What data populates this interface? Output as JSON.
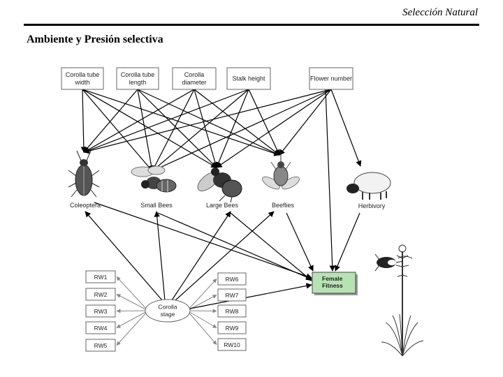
{
  "header": {
    "title": "Selección Natural"
  },
  "page": {
    "title": "Ambiente y Presión selectiva"
  },
  "diagram": {
    "traits": [
      {
        "id": "corolla-tube-width",
        "lines": [
          "Corolla tube",
          "width"
        ]
      },
      {
        "id": "corolla-tube-length",
        "lines": [
          "Corolla tube",
          "length"
        ]
      },
      {
        "id": "corolla-diameter",
        "lines": [
          "Corolla",
          "diameter"
        ]
      },
      {
        "id": "stalk-height",
        "lines": [
          "Stalk height"
        ]
      },
      {
        "id": "flower-number",
        "lines": [
          "Flower number"
        ]
      }
    ],
    "animals": [
      {
        "id": "coleoptera",
        "label": "Coleoptera"
      },
      {
        "id": "small-bees",
        "label": "Small Bees"
      },
      {
        "id": "large-bees",
        "label": "Large Bees"
      },
      {
        "id": "beeflies",
        "label": "Beeflies"
      },
      {
        "id": "herbivory",
        "label": "Herbivory"
      }
    ],
    "fitness": {
      "lines": [
        "Female",
        "Fitness"
      ],
      "fill": "#b6e3b3"
    },
    "stage": {
      "lines": [
        "Corolla",
        "stage"
      ]
    },
    "rw_left": [
      "RW1",
      "RW2",
      "RW3",
      "RW4",
      "RW5"
    ],
    "rw_right": [
      "RW6",
      "RW7",
      "RW8",
      "RW9",
      "RW10"
    ]
  }
}
